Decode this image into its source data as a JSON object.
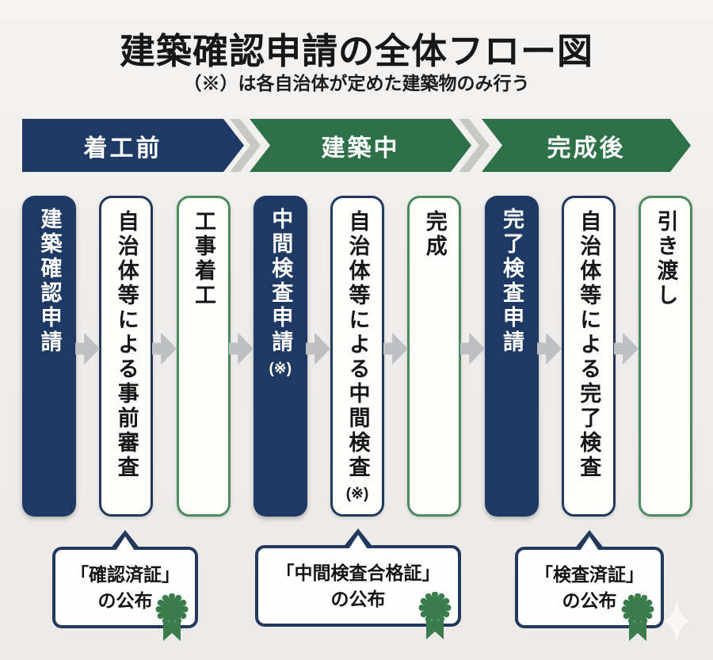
{
  "title": "建築確認申請の全体フロー図",
  "subtitle": "（※）は各自治体が定めた建築物のみ行う",
  "phases": [
    {
      "label": "着工前",
      "color": "#1e3a64"
    },
    {
      "label": "建築中",
      "color": "#2e7048"
    },
    {
      "label": "完成後",
      "color": "#2e7048"
    }
  ],
  "steps": [
    {
      "label": "建築確認申請",
      "note": "",
      "style": "navy-filled"
    },
    {
      "label": "自治体等による事前審査",
      "note": "",
      "style": "navy-outline"
    },
    {
      "label": "工事着工",
      "note": "",
      "style": "green-outline"
    },
    {
      "label": "中間検査申請",
      "note": "(※)",
      "style": "navy-filled"
    },
    {
      "label": "自治体等による中間検査",
      "note": "(※)",
      "style": "navy-outline"
    },
    {
      "label": "完成",
      "note": "",
      "style": "green-outline"
    },
    {
      "label": "完了検査申請",
      "note": "",
      "style": "navy-filled"
    },
    {
      "label": "自治体等による完了検査",
      "note": "",
      "style": "navy-outline"
    },
    {
      "label": "引き渡し",
      "note": "",
      "style": "green-outline"
    }
  ],
  "callouts": [
    {
      "line1": "「確認済証」",
      "line2": "の公布"
    },
    {
      "line1": "「中間検査合格証」",
      "line2": "の公布"
    },
    {
      "line1": "「検査済証」",
      "line2": "の公布"
    }
  ],
  "icons": {
    "flow_arrow": "arrow-right-icon",
    "badge": "award-ribbon-icon",
    "sparkle": "sparkle-icon",
    "chevron_separator": "chevron-separator-icon"
  },
  "colors": {
    "navy": "#1e3a64",
    "green": "#2e7048",
    "green_border": "#4c8a60",
    "badge_green": "#3a7c4c",
    "arrow_gray": "#bdbfc2",
    "outline_navy": "#22395b",
    "background": "#efedeb",
    "text": "#171717"
  }
}
